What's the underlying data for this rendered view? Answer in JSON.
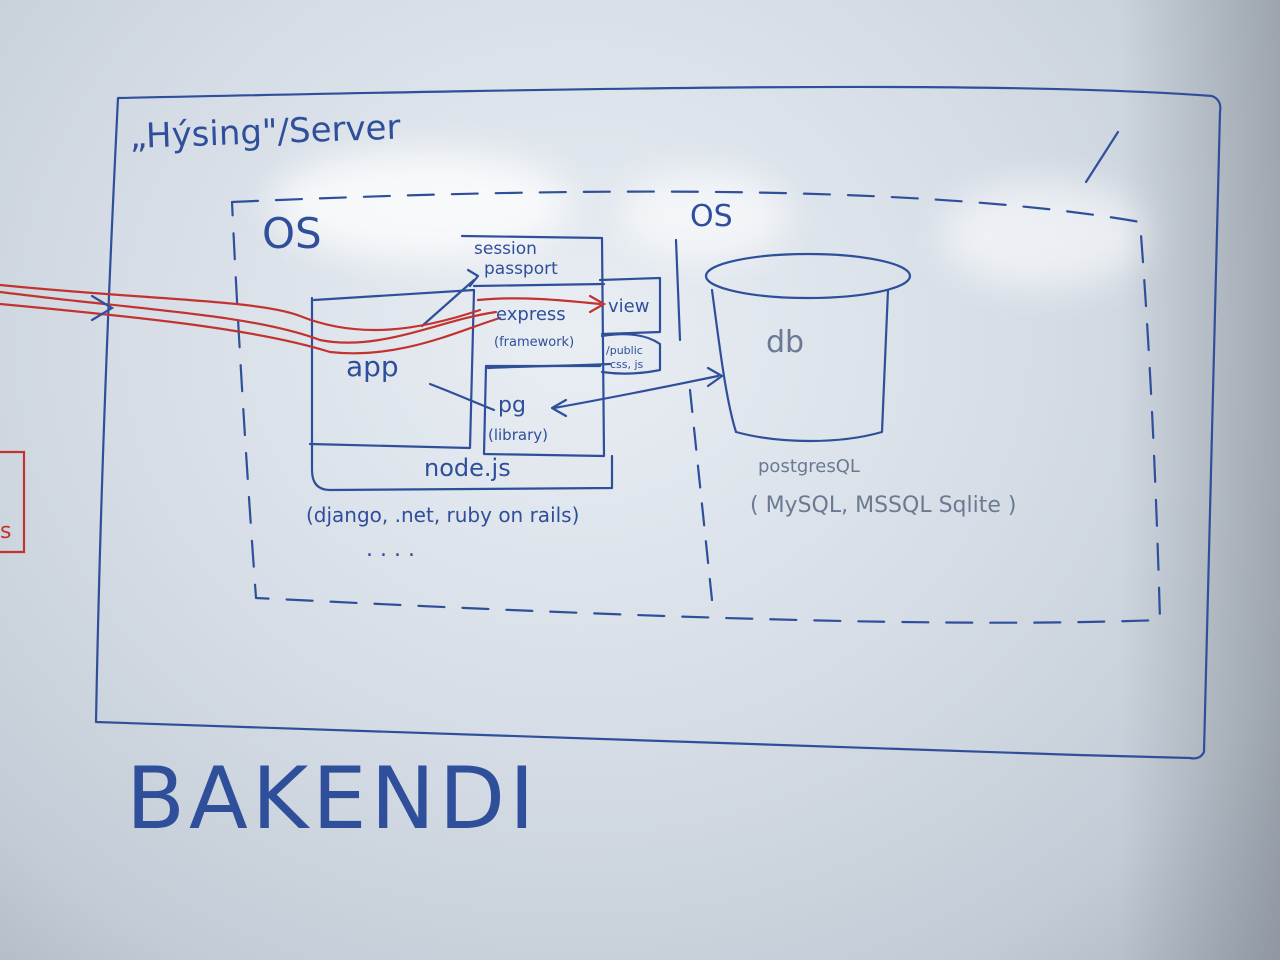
{
  "diagram": {
    "server_title": "„Hýsing\"/Server",
    "os_left_label": "OS",
    "os_right_label": "OS",
    "session_label": "session",
    "passport_label": "passport",
    "express_label": "express",
    "framework_label": "(framework)",
    "view_label": "view",
    "public_label_1": "/public",
    "public_label_2": "css, js",
    "app_label": "app",
    "pg_label": "pg",
    "library_label": "(library)",
    "node_label": "node.js",
    "alternatives_label": "(django, .net, ruby on rails)",
    "dots_label": ". . . .",
    "db_label": "db",
    "postgres_label": "postgresQL",
    "db_alternatives_label": "( MySQL, MSSQL Sqlite )",
    "bakendi_label": "BAKENDI",
    "left_fragment_label": "s"
  },
  "colors": {
    "ink_blue": "#2f4f9a",
    "ink_grey": "#6b7a93",
    "ink_red": "#c2332f"
  }
}
